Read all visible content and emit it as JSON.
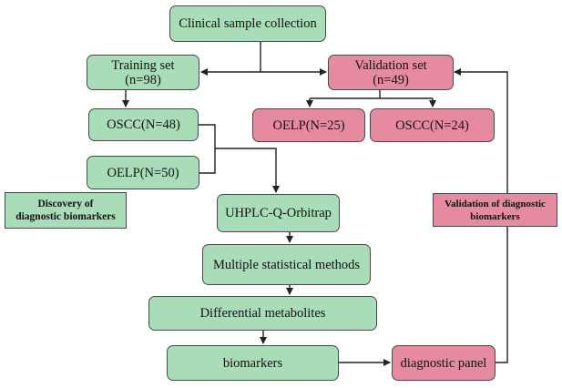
{
  "colors": {
    "green": "#a9dcb9",
    "pink": "#e68aa0",
    "line": "#222222"
  },
  "nodes": {
    "clinical": "Clinical sample collection",
    "training_line1": "Training set",
    "training_line2": "(n=98)",
    "validation_line1": "Validation set",
    "validation_line2": "(n=49)",
    "oscc_train": "OSCC(N=48)",
    "oelp_train": "OELP(N=50)",
    "oelp_val": "OELP(N=25)",
    "oscc_val": "OSCC(N=24)",
    "uhplc": "UHPLC-Q-Orbitrap",
    "stats": "Multiple statistical methods",
    "diff": "Differential metabolites",
    "biomarkers": "biomarkers",
    "panel": "diagnostic panel"
  },
  "labels": {
    "discovery_line1": "Discovery of",
    "discovery_line2": "diagnostic biomarkers",
    "validation_line1": "Validation of diagnostic",
    "validation_line2": "biomarkers"
  }
}
